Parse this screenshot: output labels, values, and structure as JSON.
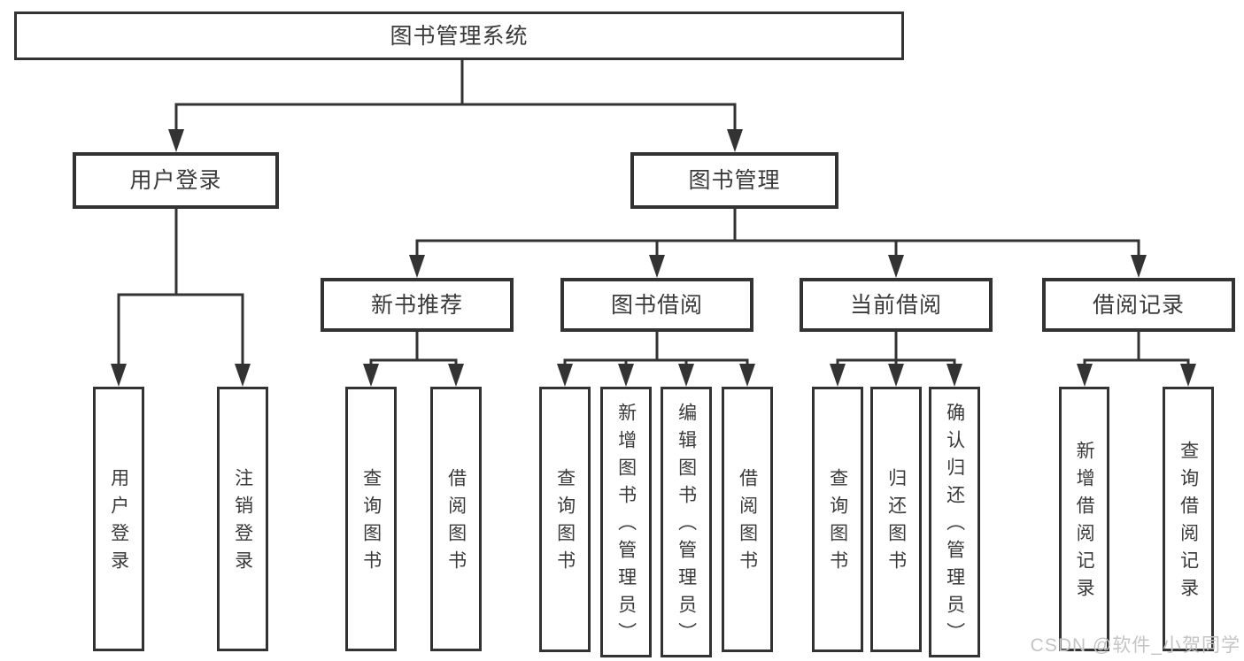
{
  "colors": {
    "line": "#333333",
    "box_border": "#333333",
    "text": "#3a3a3a",
    "watermark": "#c4c4c4",
    "background": "#ffffff"
  },
  "tree": {
    "root": "图书管理系统",
    "branches": [
      {
        "label": "用户登录",
        "leaves": [
          "用户登录",
          "注销登录"
        ]
      },
      {
        "label": "图书管理",
        "sections": [
          {
            "label": "新书推荐",
            "leaves": [
              "查询图书",
              "借阅图书"
            ]
          },
          {
            "label": "图书借阅",
            "leaves": [
              "查询图书",
              "新增图书（管理员）",
              "编辑图书（管理员）",
              "借阅图书"
            ]
          },
          {
            "label": "当前借阅",
            "leaves": [
              "查询图书",
              "归还图书",
              "确认归还（管理员）"
            ]
          },
          {
            "label": "借阅记录",
            "leaves": [
              "新增借阅记录",
              "查询借阅记录"
            ]
          }
        ]
      }
    ]
  },
  "watermark": {
    "text": "CSDN @软件_小贺同学"
  }
}
